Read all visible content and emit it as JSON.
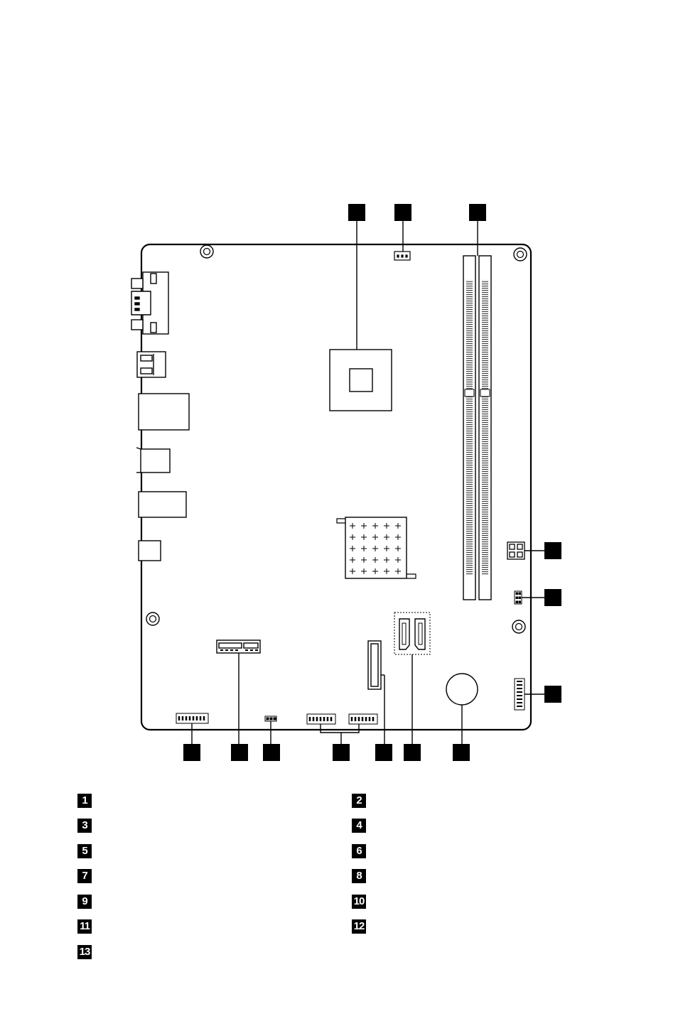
{
  "diagram": {
    "callouts": [
      "",
      "",
      "",
      "",
      "",
      "",
      "",
      "",
      "",
      "",
      "",
      "",
      ""
    ]
  },
  "legend": {
    "items": [
      {
        "number": "1"
      },
      {
        "number": "2"
      },
      {
        "number": "3"
      },
      {
        "number": "4"
      },
      {
        "number": "5"
      },
      {
        "number": "6"
      },
      {
        "number": "7"
      },
      {
        "number": "8"
      },
      {
        "number": "9"
      },
      {
        "number": "10"
      },
      {
        "number": "11"
      },
      {
        "number": "12"
      },
      {
        "number": "13"
      }
    ]
  }
}
